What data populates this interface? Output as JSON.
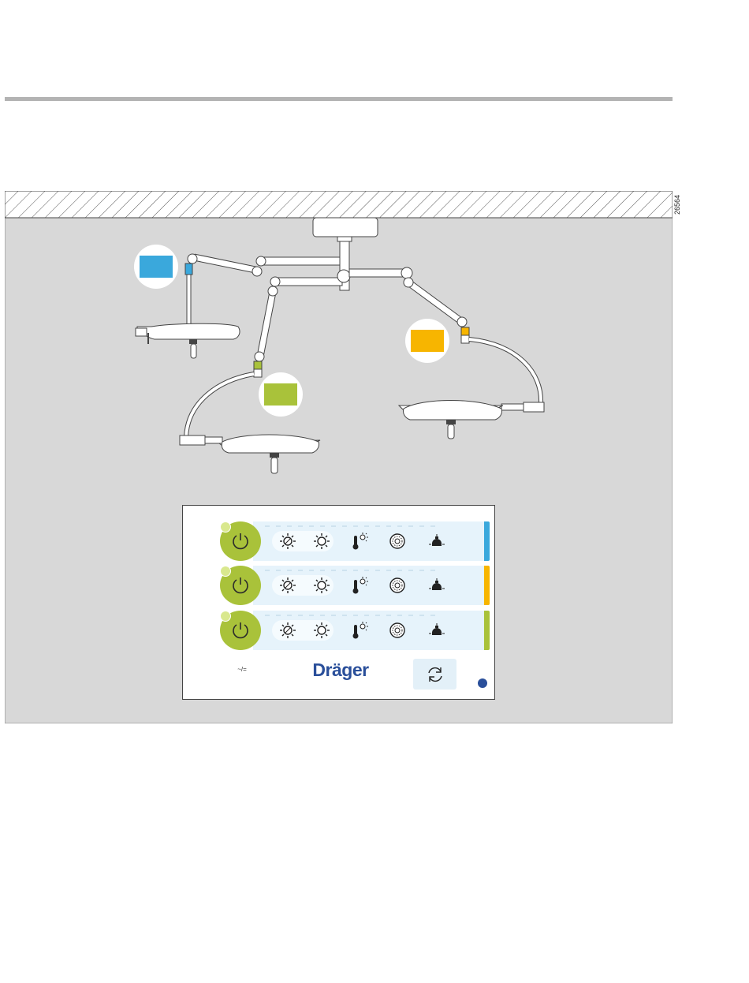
{
  "figure_id": "26564",
  "brand_label": "Dräger",
  "mains_symbol": "~/=",
  "colors": {
    "blue": "#3aa8dc",
    "yellow": "#f7b500",
    "green": "#a9c23a",
    "background": "#d8d8d8"
  },
  "lights": [
    {
      "color_key": "blue"
    },
    {
      "color_key": "yellow"
    },
    {
      "color_key": "green"
    }
  ],
  "controls": [
    "brightness-down-icon",
    "brightness-up-icon",
    "color-temperature-icon",
    "light-field-icon",
    "ambient-light-icon"
  ]
}
